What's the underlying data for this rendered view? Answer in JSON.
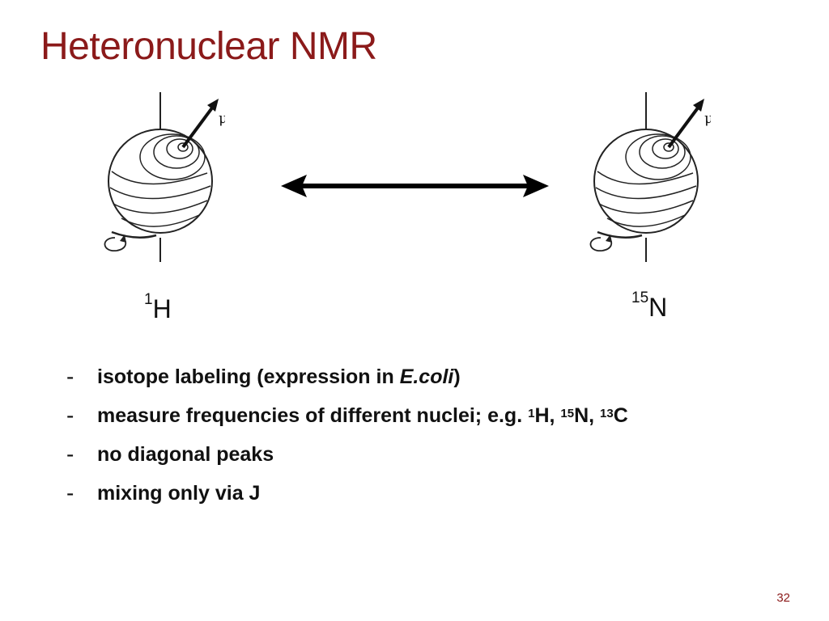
{
  "slide": {
    "title": "Heteronuclear NMR",
    "page_number": "32"
  },
  "diagram": {
    "spin_label": "μ",
    "nucleus_left": {
      "mass": "1",
      "symbol": "H"
    },
    "nucleus_right": {
      "mass": "15",
      "symbol": "N"
    }
  },
  "bullets": {
    "marker": "-",
    "item1": {
      "text": "isotope labeling (expression in ",
      "italic": "E.coli",
      "tail": ")"
    },
    "item2": {
      "text": "measure frequencies of different nuclei; e.g. ",
      "n1_mass": "1",
      "n1_symbol": "H, ",
      "n2_mass": "15",
      "n2_symbol": "N, ",
      "n3_mass": "13",
      "n3_symbol": "C"
    },
    "item3": {
      "text": "no diagonal peaks"
    },
    "item4": {
      "text": "mixing only via J"
    }
  }
}
